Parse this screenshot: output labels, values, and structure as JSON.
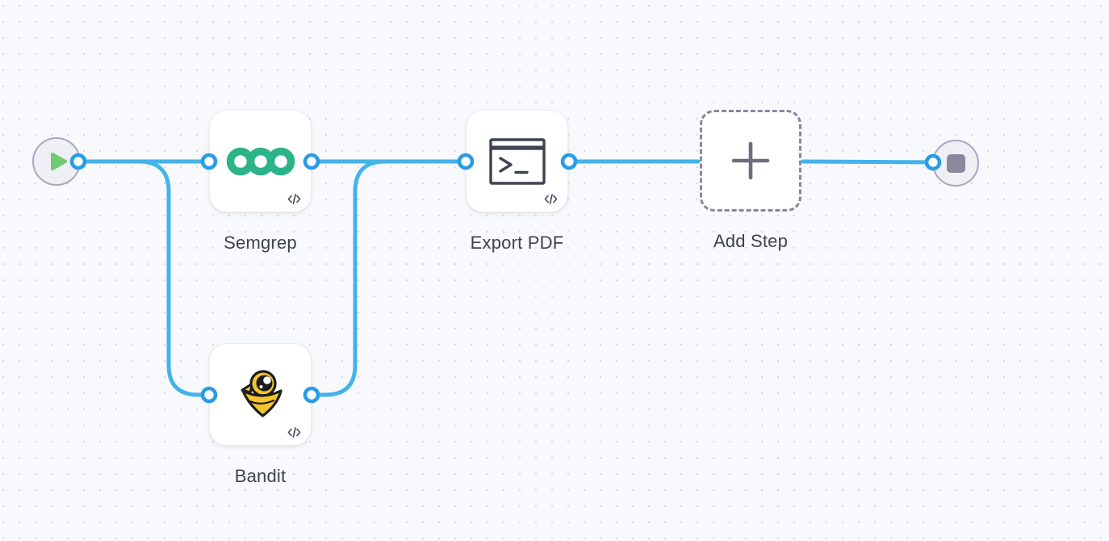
{
  "canvas": {
    "background_color": "#f8f9fc",
    "dot_grid_color": "#d7d8e2",
    "edge_color": "#44b3e9",
    "port_ring_color": "#2a9ce6"
  },
  "nodes": {
    "start": {
      "type": "start-trigger",
      "icon": "play-icon",
      "icon_color": "#6fcb70"
    },
    "semgrep": {
      "label": "Semgrep",
      "icon": "semgrep-logo",
      "brand_color": "#2cb488",
      "badge": "code-icon"
    },
    "bandit": {
      "label": "Bandit",
      "icon": "bandit-logo",
      "brand_color": "#f4c62d",
      "badge": "code-icon"
    },
    "export_pdf": {
      "label": "Export PDF",
      "icon": "terminal-icon",
      "icon_color": "#3e4352",
      "badge": "code-icon"
    },
    "add_step": {
      "label": "Add Step",
      "icon": "plus-icon",
      "border_style": "dashed"
    },
    "end": {
      "type": "end-terminator",
      "icon": "stop-icon",
      "icon_color": "#8a889c"
    }
  },
  "edges": [
    {
      "from": "start",
      "to": "semgrep"
    },
    {
      "from": "start",
      "to": "bandit"
    },
    {
      "from": "semgrep",
      "to": "export_pdf"
    },
    {
      "from": "bandit",
      "to": "export_pdf"
    },
    {
      "from": "export_pdf",
      "to": "add_step"
    },
    {
      "from": "add_step",
      "to": "end"
    }
  ]
}
